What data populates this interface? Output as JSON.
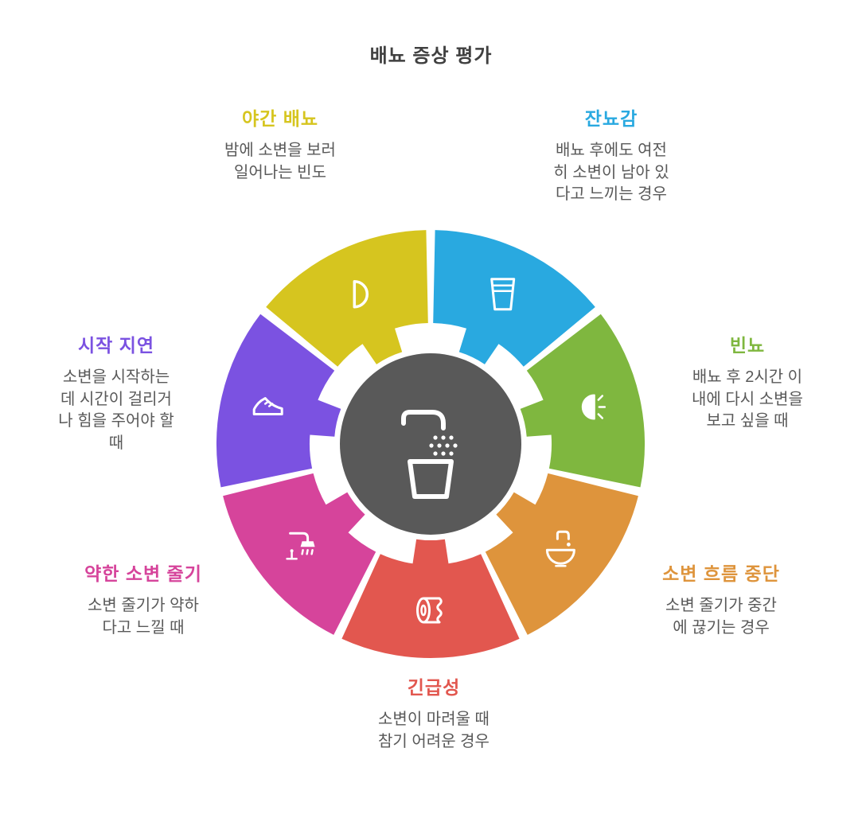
{
  "title": "배뇨 증상 평가",
  "center": {
    "color": "#595959",
    "icon": "faucet-cup-icon"
  },
  "segments": [
    {
      "id": "incomplete-emptying",
      "label": "잔뇨감",
      "color": "#29A9E0",
      "icon": "glass-icon",
      "position": "top-right",
      "description": "배뇨 후에도 여전\n히 소변이 남아 있\n다고 느끼는 경우"
    },
    {
      "id": "frequency",
      "label": "빈뇨",
      "color": "#7FB73F",
      "icon": "timer-icon",
      "position": "right",
      "description": "배뇨 후 2시간 이\n내에 다시 소변을\n보고 싶을 때"
    },
    {
      "id": "intermittency",
      "label": "소변 흐름 중단",
      "color": "#DE943C",
      "icon": "sink-faucet-icon",
      "position": "bottom-right",
      "description": "소변 줄기가 중간\n에 끊기는 경우"
    },
    {
      "id": "urgency",
      "label": "긴급성",
      "color": "#E2574F",
      "icon": "toilet-paper-icon",
      "position": "bottom",
      "description": "소변이 마려울 때\n참기 어려운 경우"
    },
    {
      "id": "weak-stream",
      "label": "약한 소변 줄기",
      "color": "#D6449B",
      "icon": "shower-icon",
      "position": "bottom-left",
      "description": "소변 줄기가 약하\n다고 느낄 때"
    },
    {
      "id": "hesitancy",
      "label": "시작 지연",
      "color": "#7B52E1",
      "icon": "sneaker-icon",
      "position": "left",
      "description": "소변을 시작하는\n데 시간이 걸리거\n나 힘을 주어야 할\n때"
    },
    {
      "id": "nocturia",
      "label": "야간 배뇨",
      "color": "#D6C51F",
      "icon": "moon-icon",
      "position": "top-left",
      "description": "밤에 소변을 보러\n일어나는 빈도"
    }
  ]
}
